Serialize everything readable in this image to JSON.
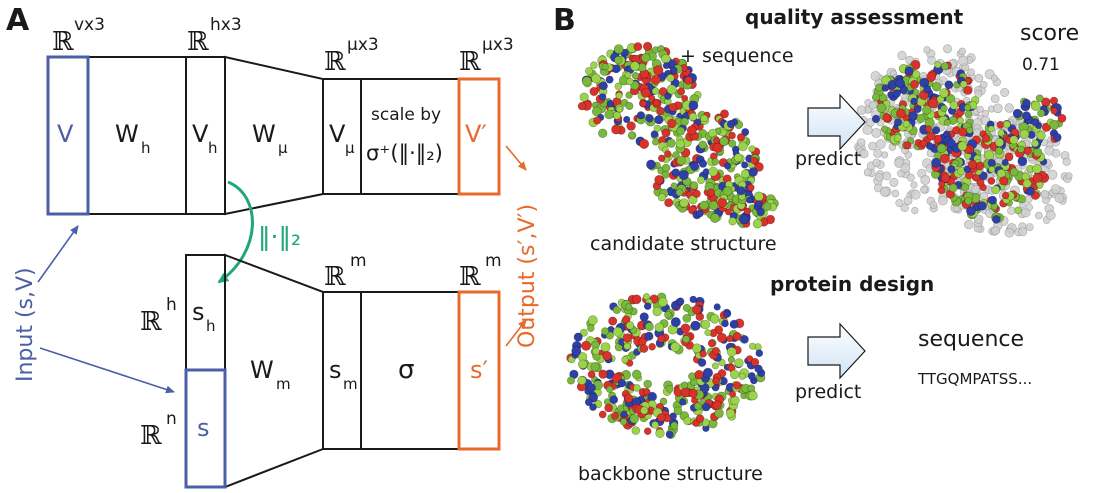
{
  "panel_a": {
    "label": "A",
    "real": "ℝ",
    "exp_v": "vx3",
    "exp_h3": "hx3",
    "exp_mu3": "μx3",
    "exp_mu3_b": "μx3",
    "exp_m": "m",
    "exp_m_b": "m",
    "exp_h": "h",
    "exp_n": "n",
    "V": "V",
    "W": "W",
    "sub_h": "h",
    "sub_mu": "μ",
    "sub_m": "m",
    "s": "s",
    "scale_by": "scale by",
    "sigma_plus": "σ⁺(‖·‖₂)",
    "V_prime": "V′",
    "s_prime": "s′",
    "sigma": "σ",
    "norm": "‖·‖₂",
    "input_label": "Input (s,V)",
    "output_label": "Output (s′,V′)",
    "colors": {
      "input": "#4a5fa6",
      "output": "#e86a2b",
      "norm": "#1fa67a",
      "ink": "#1a1a1a"
    }
  },
  "panel_b": {
    "label": "B",
    "qa_title": "quality assessment",
    "plus_sequence": "+ sequence",
    "score_label": "score",
    "score_value": "0.71",
    "predict_top": "predict",
    "candidate": "candidate structure",
    "pd_title": "protein design",
    "sequence_label": "sequence",
    "sequence_value": "TTGQMPATSS...",
    "predict_bottom": "predict",
    "backbone": "backbone structure",
    "atom_colors": [
      "#9bd34a",
      "#2f3fa8",
      "#d8322a",
      "#79b83a"
    ]
  }
}
